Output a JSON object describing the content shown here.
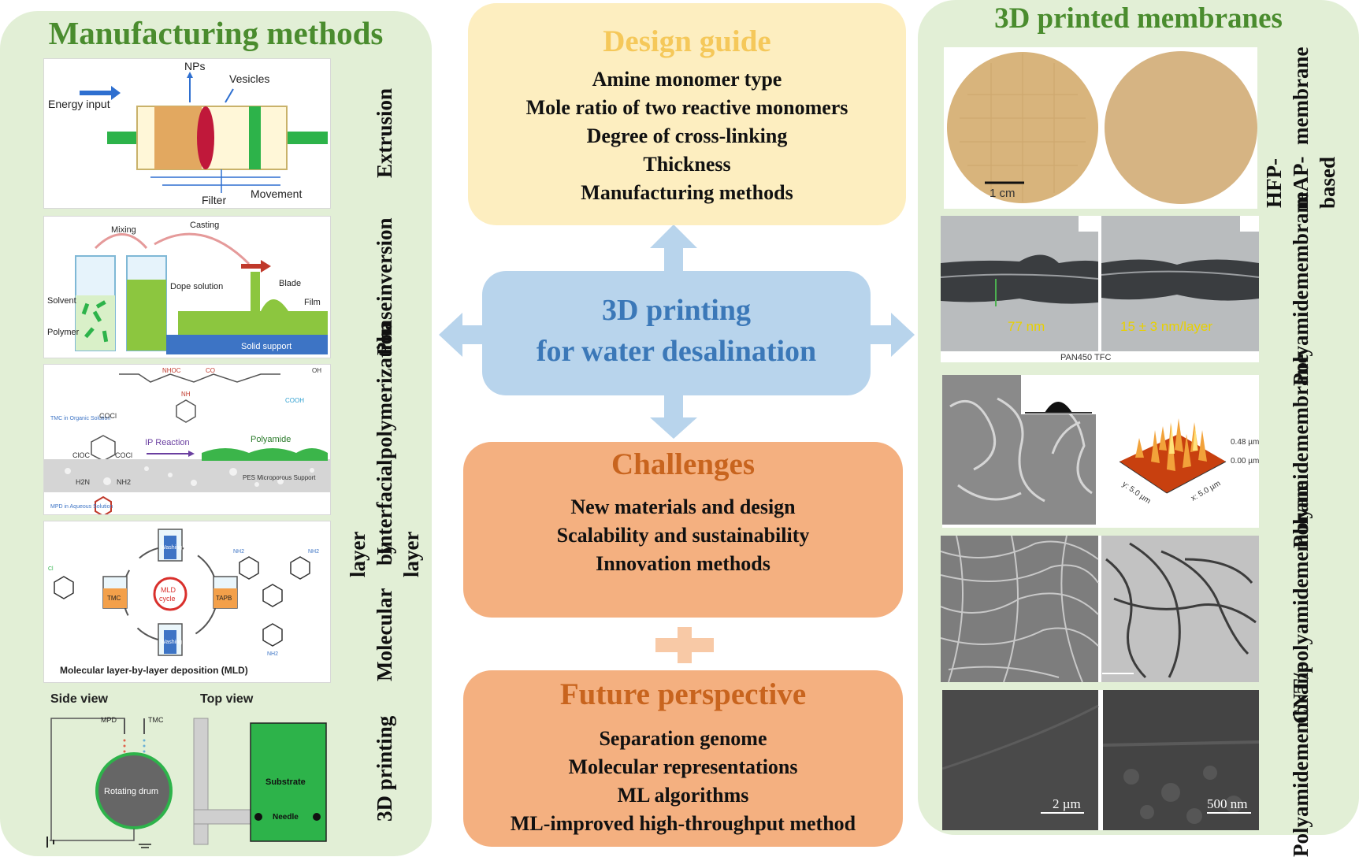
{
  "left": {
    "title": "Manufacturing methods",
    "methods": [
      {
        "line1": "Extrusion",
        "line2": ""
      },
      {
        "line1": "Phase",
        "line2": "inversion"
      },
      {
        "line1": "Interfacial",
        "line2": "polymerization"
      },
      {
        "line1": "Molecular",
        "line2": "layer by layer"
      },
      {
        "line1": "3D printing",
        "line2": ""
      }
    ],
    "extrusion": {
      "energy": "Energy input",
      "nps": "NPs",
      "vesicles": "Vesicles",
      "filter": "Filter",
      "movement": "Movement"
    },
    "phase": {
      "mixing": "Mixing",
      "casting": "Casting",
      "solvent": "Solvent",
      "polymer": "Polymer",
      "dope": "Dope solution",
      "blade": "Blade",
      "film": "Film",
      "support": "Solid support"
    },
    "interfacial": {
      "tmc": "TMC in Organic Solution",
      "ip": "IP Reaction",
      "polyamide": "Polyamide",
      "pes": "PES Microporous Support",
      "mpd": "MPD in Aqueous Solution",
      "cocl": "COCl",
      "clo": "ClOC",
      "h2n": "H2N",
      "nh2": "NH2",
      "nhoc": "NHOC",
      "co": "CO",
      "oh": "OH",
      "cooh": "COOH",
      "nh": "NH"
    },
    "mld": {
      "caption": "Molecular layer-by-layer deposition (MLD)",
      "cycle1": "MLD",
      "cycle2": "cycle",
      "tmc": "TMC",
      "tapb": "TAPB",
      "washing": "Washing",
      "nh2": "NH2",
      "cl": "Cl"
    },
    "printing": {
      "side": "Side view",
      "top": "Top view",
      "mpd": "MPD",
      "tmc": "TMC",
      "drum": "Rotating drum",
      "substrate": "Substrate",
      "needle": "Needle"
    }
  },
  "design": {
    "title": "Design guide",
    "lines": [
      "Amine monomer type",
      "Mole ratio of two reactive monomers",
      "Degree of cross-linking",
      "Thickness",
      "Manufacturing methods"
    ]
  },
  "center": {
    "line1": "3D printing",
    "line2": "for water desalination"
  },
  "challenges": {
    "title": "Challenges",
    "lines": [
      "New materials and design",
      "Scalability and sustainability",
      "Innovation methods"
    ]
  },
  "future": {
    "title": "Future perspective",
    "lines": [
      "Separation genome",
      "Molecular representations",
      "ML algorithms",
      "ML-improved high-throughput method"
    ]
  },
  "right": {
    "title": "3D printed membranes",
    "membranes": [
      {
        "line1": "HFP-mAP-based",
        "line2": "membrane"
      },
      {
        "line1": "Polyamide",
        "line2": "membrane"
      },
      {
        "line1": "Polyamide",
        "line2": "membrane"
      },
      {
        "line1": "CNT/polyamide",
        "line2": "membrane"
      },
      {
        "line1": "Polyamide",
        "line2": "membrane"
      }
    ],
    "scale1cm": "1 cm",
    "nm77": "77 nm",
    "nmlayer": "15 ± 3 nm/layer",
    "pan": "PAN450 TFC",
    "afm1": "0.48 µm",
    "afm2": "0.00 µm",
    "afmy": "y: 5.0 µm",
    "afmx": "x: 5.0 µm",
    "scale2um": "2 µm",
    "scale500": "500 nm"
  },
  "colors": {
    "panel_bg": "#e2efd6",
    "panel_title": "#4a8c2e",
    "design_bg": "#fdeec0",
    "design_title": "#f5c85a",
    "center_bg": "#b8d4ec",
    "center_text": "#3b78b8",
    "orange_bg": "#f4b080",
    "orange_title": "#c8641e",
    "arrow": "#b8d4ec",
    "plus": "#f8c9a6"
  }
}
